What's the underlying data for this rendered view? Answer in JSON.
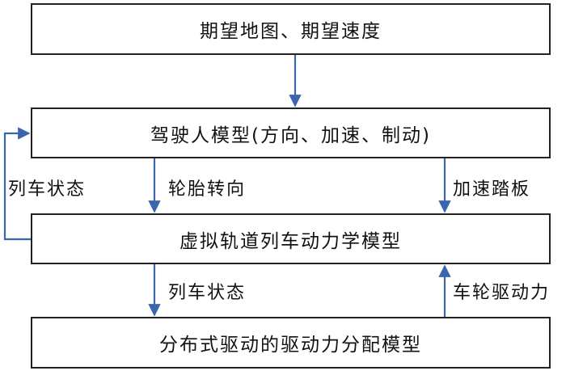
{
  "boxes": {
    "desired": "期望地图、期望速度",
    "driver": "驾驶人模型(方向、加速、制动)",
    "dynamics": "虚拟轨道列车动力学模型",
    "allocation": "分布式驱动的驱动力分配模型"
  },
  "edges": {
    "feedback_left": "列车状态",
    "tire_steer": "轮胎转向",
    "accel_pedal": "加速踏板",
    "train_state": "列车状态",
    "wheel_drive": "车轮驱动力"
  },
  "colors": {
    "arrow": "#3a66ad",
    "border": "#222222"
  }
}
